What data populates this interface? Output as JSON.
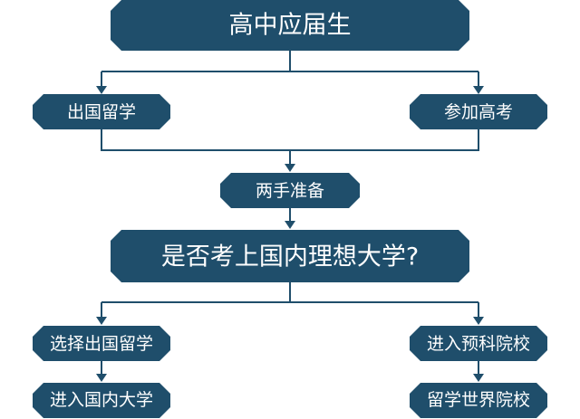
{
  "colors": {
    "node_fill": "#1f4e6b",
    "node_text": "#ffffff",
    "connector": "#1f4e6b",
    "background": "#ffffff"
  },
  "nodes": {
    "root": "高中应届生",
    "study_abroad": "出国留学",
    "gaokao": "参加高考",
    "dual_prep": "两手准备",
    "question": "是否考上国内理想大学?",
    "choose_abroad": "选择出国留学",
    "enter_domestic": "进入国内大学",
    "enter_prep": "进入预科院校",
    "world_univ": "留学世界院校"
  }
}
